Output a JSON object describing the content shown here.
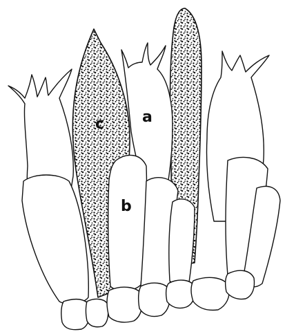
{
  "labels": {
    "a": "a",
    "b": "b",
    "c": "c"
  },
  "colors": {
    "line": "#111111",
    "background": "#ffffff",
    "stipple": "#1a1a1a"
  }
}
